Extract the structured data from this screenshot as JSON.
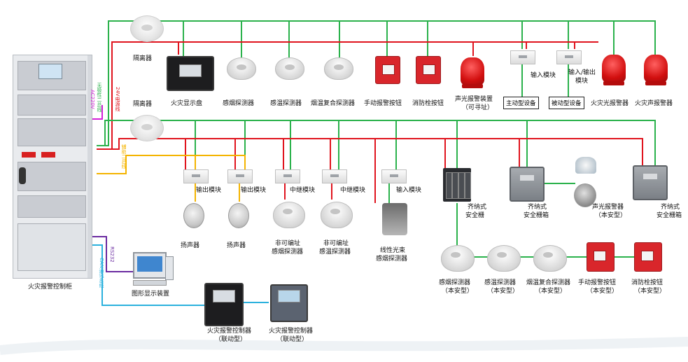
{
  "labels": {
    "cabinet": "火灾报警控制柜",
    "isolator_top": "隔离器",
    "isolator_bottom": "隔离器",
    "fire_display": "火灾显示盘",
    "smoke_det": "感烟探测器",
    "heat_det": "感温探测器",
    "combo_det": "烟温复合探测器",
    "manual_btn": "手动报警按钮",
    "hydrant_btn": "消防栓按钮",
    "sounder_1": "声光报警装置",
    "sounder_2": "（可寻址）",
    "input_module_top": "输入模块",
    "io_module_top_1": "输入/输出",
    "io_module_top_2": "模块",
    "active_device": "主动型设备",
    "passive_device": "被动型设备",
    "fire_light_alarm": "火灾光报警器",
    "fire_sound_alarm": "火灾声报警器",
    "output_module_1": "输出模块",
    "output_module_2": "输出模块",
    "relay_module_1": "中继模块",
    "relay_module_2": "中继模块",
    "input_module_bottom": "输入模块",
    "speaker_1": "扬声器",
    "speaker_2": "扬声器",
    "non_addr_smoke_1": "非可编址",
    "non_addr_smoke_2": "感烟探测器",
    "non_addr_heat_1": "非可编址",
    "non_addr_heat_2": "感温探测器",
    "beam_det_1": "线性光束",
    "beam_det_2": "感烟探测器",
    "barrier_rail_1": "齐纳式",
    "barrier_rail_2": "安全栅",
    "barrier_box_1_1": "齐纳式",
    "barrier_box_1_2": "安全栅箱",
    "ex_sounder_1": "声光报警器",
    "ex_sounder_2": "（本安型）",
    "barrier_box_2_1": "齐纳式",
    "barrier_box_2_2": "安全栅箱",
    "is_smoke_1": "感烟探测器",
    "is_smoke_2": "（本安型）",
    "is_heat_1": "感温探测器",
    "is_heat_2": "（本安型）",
    "is_combo_1": "烟温复合探测器",
    "is_combo_2": "（本安型）",
    "is_manual_1": "手动报警按钮",
    "is_manual_2": "（本安型）",
    "is_hydrant_1": "消防栓按钮",
    "is_hydrant_2": "（本安型）",
    "graphic_display": "图形显示装置",
    "linked_ctrl_1_1": "火灾报警控制器",
    "linked_ctrl_1_2": "（联动型）",
    "linked_ctrl_2_1": "火灾报警控制器",
    "linked_ctrl_2_2": "（联动型）"
  },
  "bus_labels": {
    "loop_bus": "无极性二总线",
    "ac": "AC220V",
    "dc24": "24V电源线",
    "aux_bus": "辅助二总线",
    "rs232": "RS232",
    "can": "CAN通讯总线"
  },
  "colors": {
    "green": "#2bb24c",
    "red": "#e0141e",
    "yellow": "#f4b400",
    "magenta": "#d41fd8",
    "purple": "#6a2aa0",
    "cyan": "#2bb1dd"
  }
}
